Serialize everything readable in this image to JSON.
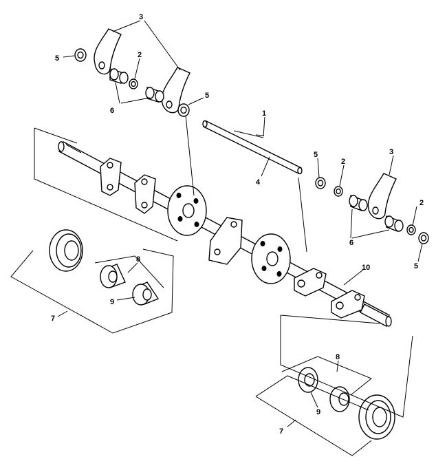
{
  "diagram": {
    "callouts": {
      "c1": "1",
      "c2a": "2",
      "c2b": "2",
      "c2c": "2",
      "c3a": "3",
      "c3b": "3",
      "c4": "4",
      "c5a": "5",
      "c5b": "5",
      "c5c": "5",
      "c5d": "5",
      "c6a": "6",
      "c6b": "6",
      "c7a": "7",
      "c7b": "7",
      "c8a": "8",
      "c8b": "8",
      "c9a": "9",
      "c9b": "9",
      "c10": "10"
    }
  }
}
